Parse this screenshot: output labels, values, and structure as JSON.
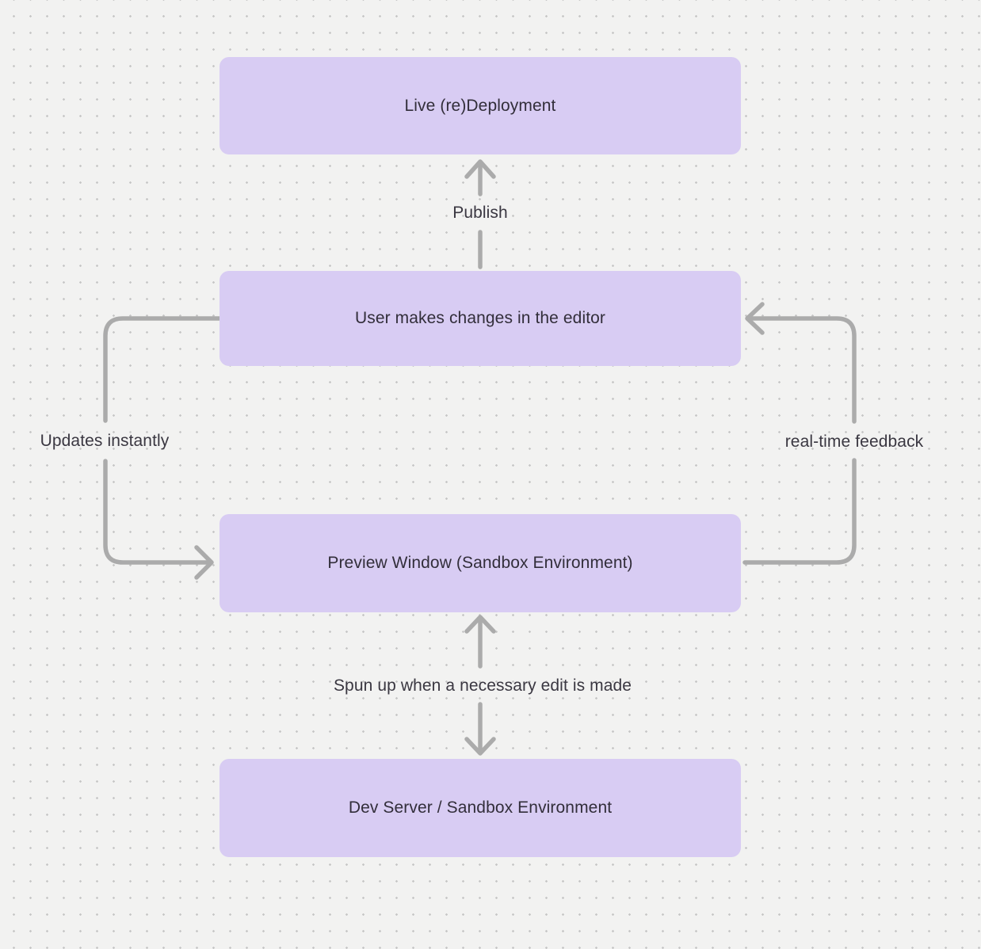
{
  "diagram": {
    "background_color": "#f2f2f1",
    "dot_color": "#c7c7c7",
    "node_fill": "#d8ccf3",
    "node_text_color": "#322e3a",
    "connector_color": "#ababab",
    "nodes": [
      {
        "id": "live-redeployment",
        "label": "Live (re)Deployment"
      },
      {
        "id": "editor-changes",
        "label": "User makes changes in the editor"
      },
      {
        "id": "preview-window",
        "label": "Preview Window (Sandbox Environment)"
      },
      {
        "id": "dev-server",
        "label": "Dev Server / Sandbox Environment"
      }
    ],
    "edges": [
      {
        "id": "publish",
        "label": "Publish",
        "from": "editor-changes",
        "to": "live-redeployment",
        "direction": "up"
      },
      {
        "id": "updates-instantly",
        "label": "Updates instantly",
        "from": "editor-changes",
        "to": "preview-window",
        "direction": "left-loop-down"
      },
      {
        "id": "real-time-feedback",
        "label": "real-time feedback",
        "from": "preview-window",
        "to": "editor-changes",
        "direction": "right-loop-up"
      },
      {
        "id": "spun-up",
        "label": "Spun up when a necessary edit is made",
        "from": "dev-server",
        "to": "preview-window",
        "direction": "up-and-down"
      }
    ]
  }
}
